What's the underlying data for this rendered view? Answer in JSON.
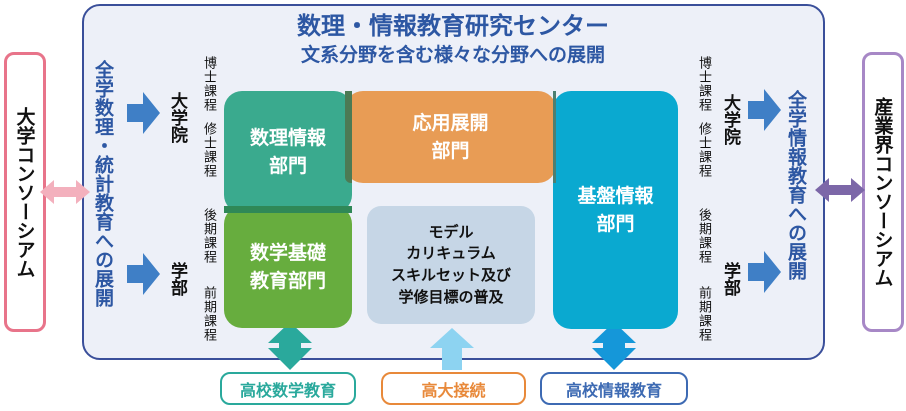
{
  "center": {
    "title": "数理・情報教育研究センター",
    "subtitle": "文系分野を含む様々な分野への展開"
  },
  "consortium": {
    "left": "大学コンソーシアム",
    "right": "産業界コンソーシアム"
  },
  "expansion": {
    "left": "全学数理・統計教育への展開",
    "right": "全学情報教育への展開"
  },
  "levels": {
    "graduate": "大学院",
    "undergrad": "学部",
    "doctoral_course": "博士課程",
    "master_course": "修士課程",
    "later_course": "後期課程",
    "early_course": "前期課程"
  },
  "departments": {
    "informatics": {
      "line1": "数理情報",
      "line2": "部門"
    },
    "math": {
      "line1": "数学基礎",
      "line2": "教育部門"
    },
    "applied": {
      "line1": "応用展開",
      "line2": "部門"
    },
    "foundation": {
      "line1": "基盤情報",
      "line2": "部門"
    }
  },
  "model": {
    "line1": "モデル",
    "line2": "カリキュラム",
    "line3": "スキルセット及び",
    "line4": "学修目標の普及"
  },
  "bottom": {
    "hs_math": "高校数学教育",
    "hs_univ": "高大接続",
    "hs_info": "高校情報教育"
  },
  "colors": {
    "title": "#2d57a3",
    "informatics": "#3aaa8e",
    "math": "#67ad3e",
    "applied": "#e89c55",
    "foundation": "#0aa9d0",
    "model": "#c6d6e6",
    "left_consortium": "#e8748a",
    "right_consortium": "#a788c6"
  }
}
